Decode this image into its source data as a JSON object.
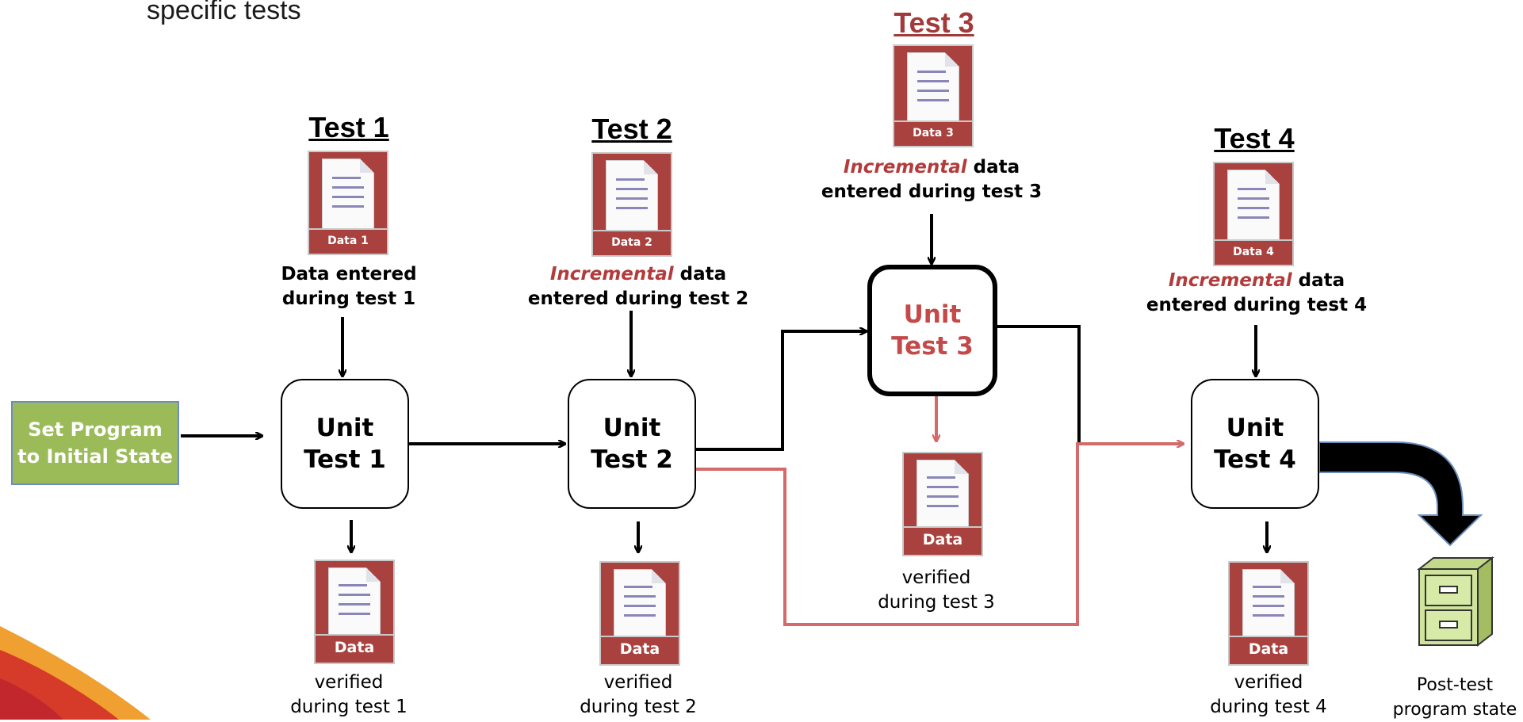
{
  "header": {
    "fragment": "specific tests"
  },
  "start": {
    "line1": "Set Program",
    "line2": "to Initial State"
  },
  "tests": [
    {
      "title": "Test 1",
      "data_label": "Data 1",
      "input_caption": {
        "line1": "Data entered",
        "line2": "during test 1"
      },
      "unit": {
        "line1": "Unit",
        "line2": "Test 1"
      },
      "output_label": "Data",
      "output_caption": {
        "line1": "verified",
        "line2": "during test 1"
      }
    },
    {
      "title": "Test 2",
      "data_label": "Data 2",
      "input_caption": {
        "inc": "Incremental",
        "rest": " data",
        "line2": "entered during test 2"
      },
      "unit": {
        "line1": "Unit",
        "line2": "Test 2"
      },
      "output_label": "Data",
      "output_caption": {
        "line1": "verified",
        "line2": "during test 2"
      }
    },
    {
      "title": "Test 3",
      "data_label": "Data 3",
      "input_caption": {
        "inc": "Incremental",
        "rest": " data",
        "line2": "entered during test 3"
      },
      "unit": {
        "line1": "Unit",
        "line2": "Test 3"
      },
      "output_label": "Data",
      "output_caption": {
        "line1": "verified",
        "line2": "during test 3"
      }
    },
    {
      "title": "Test 4",
      "data_label": "Data 4",
      "input_caption": {
        "inc": "Incremental",
        "rest": " data",
        "line2": "entered during test 4"
      },
      "unit": {
        "line1": "Unit",
        "line2": "Test 4"
      },
      "output_label": "Data",
      "output_caption": {
        "line1": "verified",
        "line2": "during test 4"
      }
    }
  ],
  "final": {
    "line1": "Post-test",
    "line2": "program state"
  },
  "colors": {
    "doc": "#a9423f",
    "start_fill": "#9bbb59",
    "red_line": "#d46a6a",
    "accent_red": "#c44a4a"
  }
}
